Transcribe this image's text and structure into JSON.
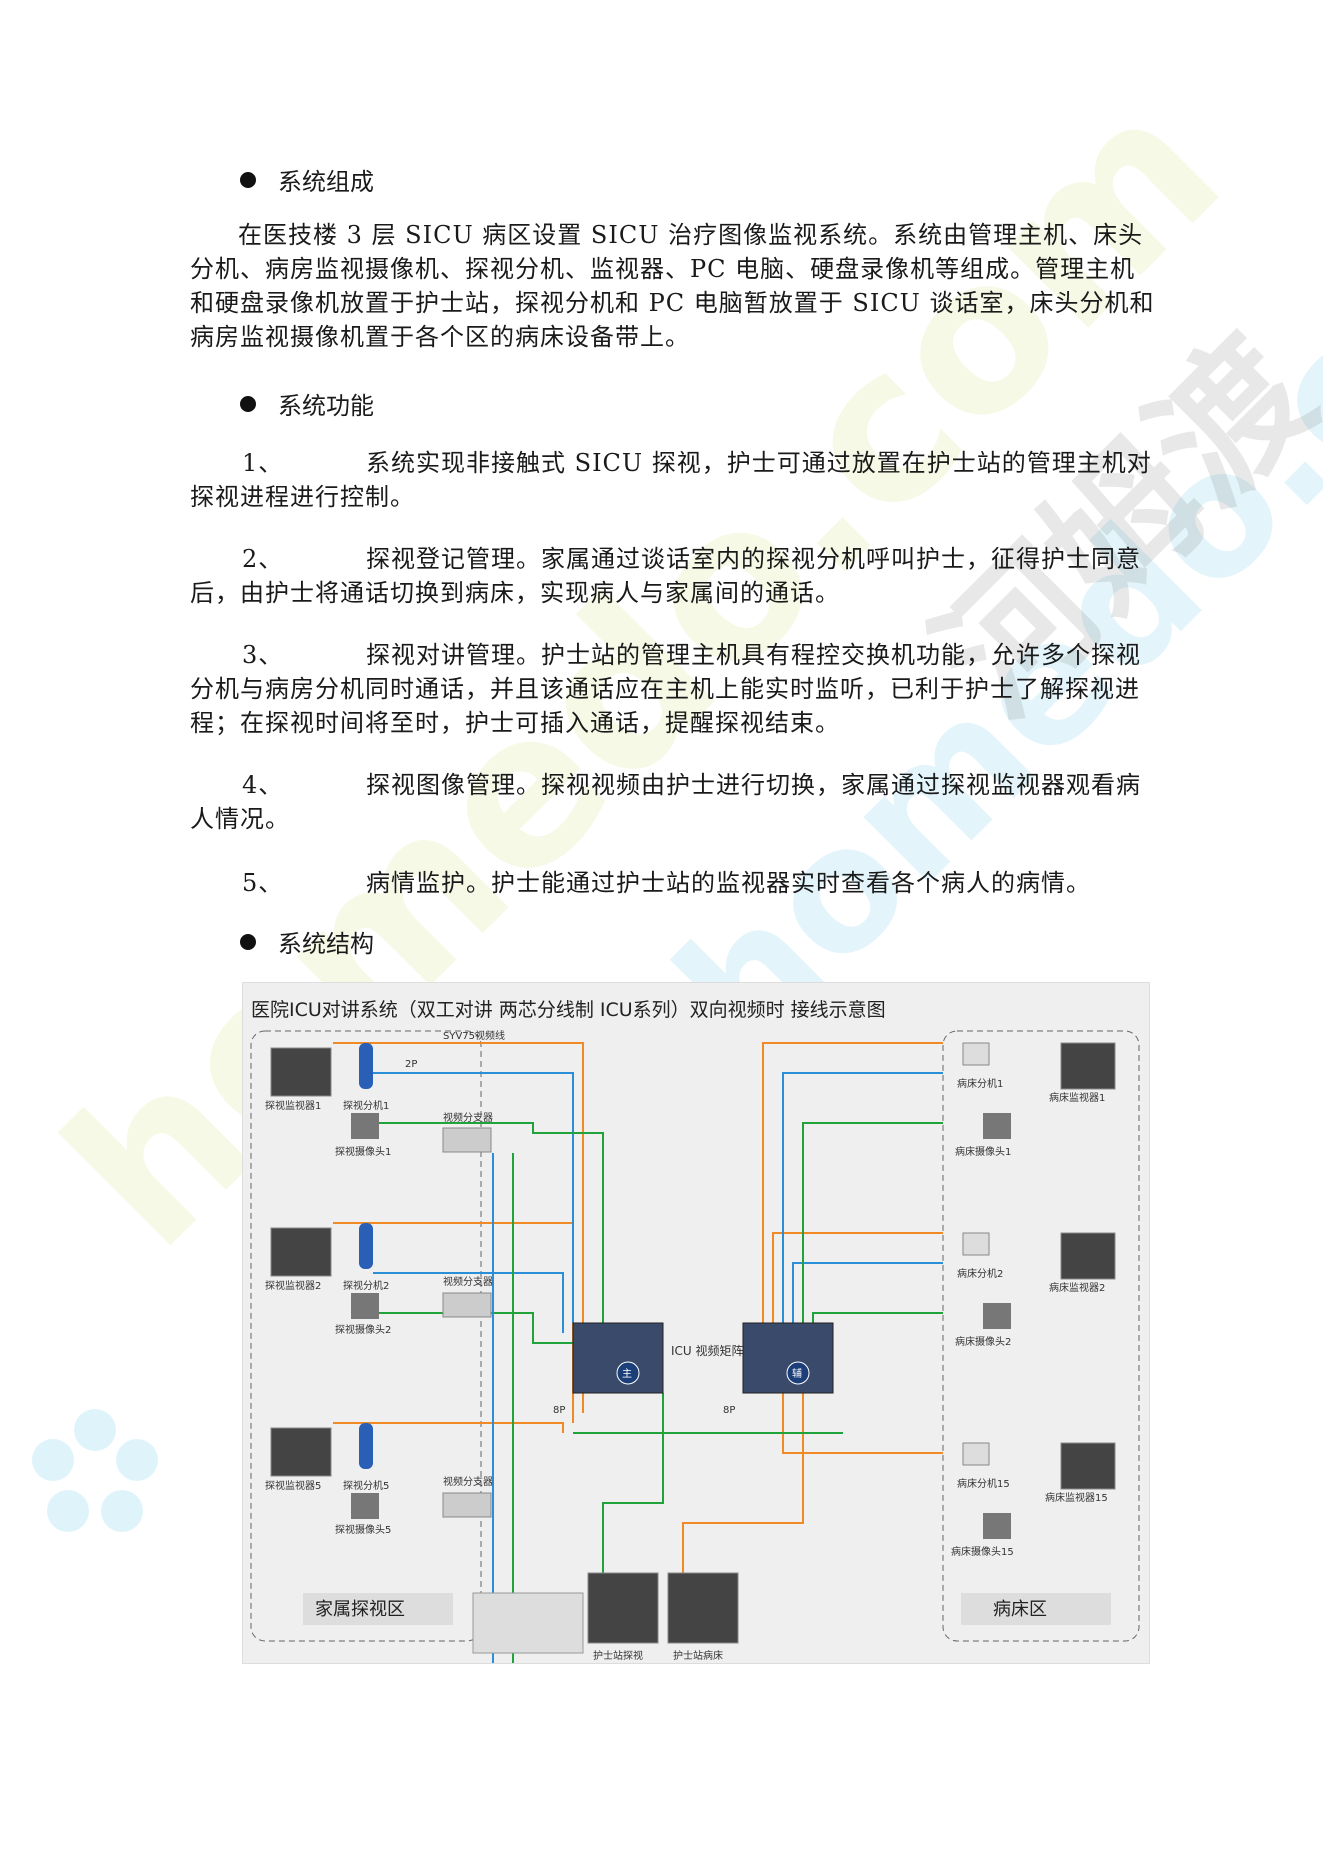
{
  "watermark": [
    "homedo.com",
    "homedo.com",
    "河姆渡"
  ],
  "section1": {
    "heading": "系统组成",
    "paragraph": "在医技楼 3 层 SICU 病区设置 SICU 治疗图像监视系统。系统由管理主机、床头分机、病房监视摄像机、探视分机、监视器、PC 电脑、硬盘录像机等组成。管理主机和硬盘录像机放置于护士站，探视分机和 PC 电脑暂放置于 SICU 谈话室，床头分机和病房监视摄像机置于各个区的病床设备带上。"
  },
  "section2": {
    "heading": "系统功能",
    "items": [
      {
        "num": "1、",
        "text": "系统实现非接触式 SICU 探视，护士可通过放置在护士站的管理主机对探视进程进行控制。"
      },
      {
        "num": "2、",
        "text": "探视登记管理。家属通过谈话室内的探视分机呼叫护士，征得护士同意后，由护士将通话切换到病床，实现病人与家属间的通话。"
      },
      {
        "num": "3、",
        "text": "探视对讲管理。护士站的管理主机具有程控交换机功能，允许多个探视分机与病房分机同时通话，并且该通话应在主机上能实时监听，已利于护士了解探视进程；在探视时间将至时，护士可插入通话，提醒探视结束。"
      },
      {
        "num": "4、",
        "text": "探视图像管理。探视视频由护士进行切换，家属通过探视监视器观看病人情况。"
      },
      {
        "num": "5、",
        "text": "病情监护。护士能通过护士站的监视器实时查看各个病人的病情。"
      }
    ]
  },
  "section3": {
    "heading": "系统结构"
  },
  "diagram": {
    "title": "医院ICU对讲系统（双工对讲 两芯分线制 ICU系列）双向视频时 接线示意图",
    "left_zone": "家属探视区",
    "right_zone": "病床区",
    "left_labels": {
      "monitor1": "探视监视器1",
      "phone1": "探视分机1",
      "camera1": "探视摄像头1",
      "monitor2": "探视监视器2",
      "phone2": "探视分机2",
      "camera2": "探视摄像头2",
      "monitor5": "探视监视器5",
      "phone5": "探视分机5",
      "camera5": "探视摄像头5"
    },
    "right_labels": {
      "ext1": "病床分机1",
      "mon1": "病床监视器1",
      "cam1": "病床摄像头1",
      "ext2": "病床分机2",
      "mon2": "病床监视器2",
      "cam2": "病床摄像头2",
      "ext15": "病床分机15",
      "mon15": "病床监视器15",
      "cam15": "病床摄像头15"
    },
    "splitter": "视频分支器",
    "syv_line": "SYV75视频线",
    "wire_2p": "2P",
    "wire_8p": "8P",
    "matrix_label": "ICU\n视频矩阵",
    "matrix_main": "主",
    "matrix_aux": "辅",
    "bottom_monitor_left": "护士站探视",
    "bottom_monitor_right": "护士站病床",
    "colors": {
      "orange": "#f08a24",
      "green": "#1fa33a",
      "blue": "#2a8fd6"
    }
  }
}
